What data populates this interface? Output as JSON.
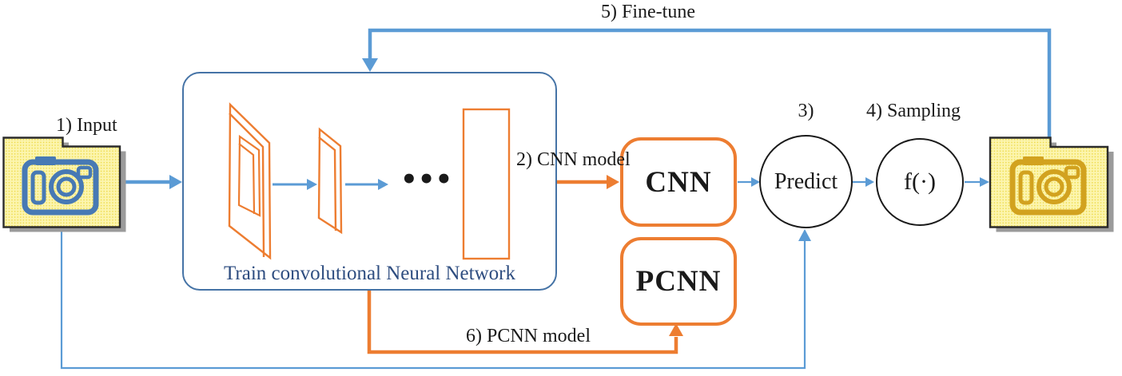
{
  "diagram": {
    "type": "flow-diagram",
    "labels": {
      "input": "1) Input",
      "cnn_model_arrow": "2) CNN model",
      "step3": "3)",
      "sampling": "4) Sampling",
      "fine_tune": "5) Fine-tune",
      "pcnn_model_arrow": "6) PCNN model",
      "train_box": "Train convolutional Neural Network",
      "ellipsis": "•••"
    },
    "nodes": {
      "cnn": "CNN",
      "pcnn": "PCNN",
      "predict": "Predict",
      "sampling_fn": "f(·)"
    },
    "icons": {
      "left_folder": "camera-icon",
      "right_folder": "camera-icon"
    },
    "colors": {
      "arrow_blue": "#5B9BD5",
      "train_box_border": "#4573A6",
      "train_text": "#2E4D80",
      "orange": "#ED7D31",
      "folder_fill": "#FCF5AE",
      "folder_dot": "#EFDC4E",
      "folder_border": "#2B2B2B",
      "shadow_gray": "#9B9B9B",
      "camera_blue": "#4779B4",
      "camera_gold": "#D2A21F",
      "circle_border": "#1A1A1A",
      "text_black": "#1A1A1A"
    }
  }
}
